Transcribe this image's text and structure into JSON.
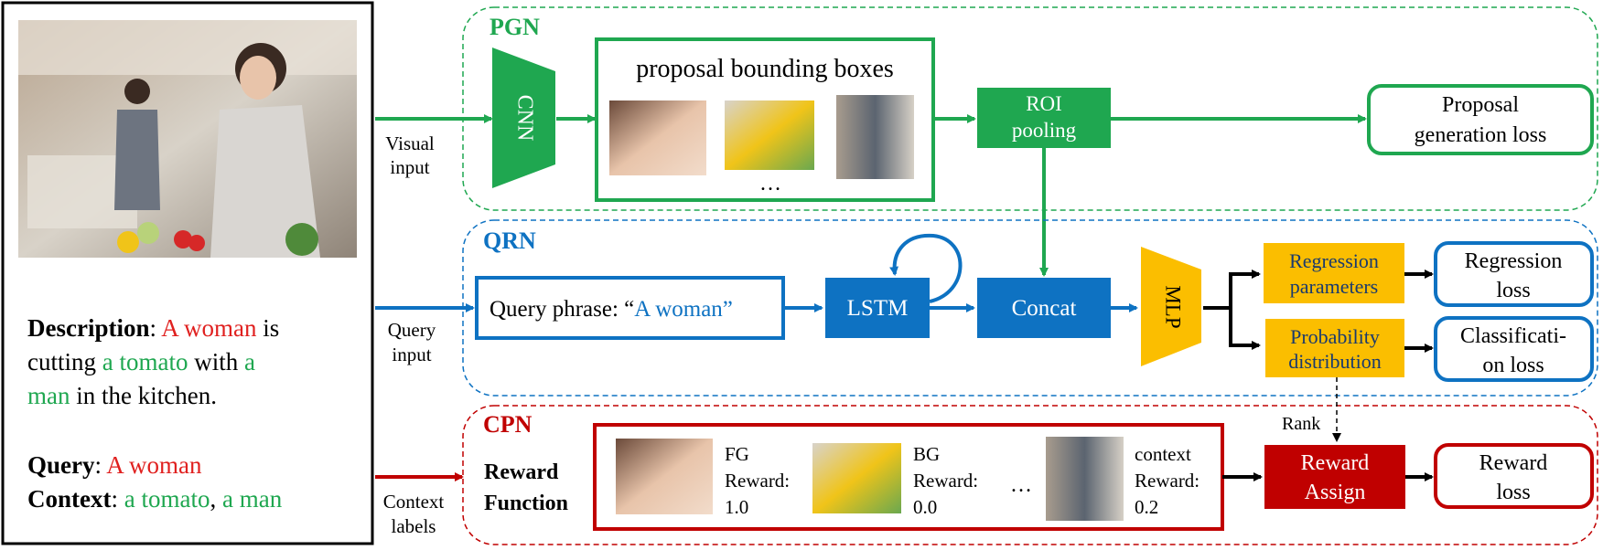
{
  "left_panel": {
    "description_label": "Description",
    "description_parts": [
      ": ",
      "A woman",
      " is",
      "cutting ",
      "a tomato",
      " with ",
      "a",
      "man",
      " in the kitchen."
    ],
    "query_label": "Query",
    "query_value": "A woman",
    "context_label": "Context",
    "context_values": [
      "a tomato",
      "a man"
    ],
    "context_sep": ", ",
    "colon": ": "
  },
  "inputs": {
    "visual": [
      "Visual",
      "input"
    ],
    "query": [
      "Query",
      "input"
    ],
    "context": [
      "Context",
      "labels"
    ]
  },
  "pgn": {
    "title": "PGN",
    "cnn": "CNN",
    "proposal_title": "proposal  bounding boxes",
    "ellipsis": "…",
    "roi": [
      "ROI",
      "pooling"
    ],
    "loss": [
      "Proposal",
      "generation  loss"
    ]
  },
  "qrn": {
    "title": "QRN",
    "query_prefix": "Query phrase: “",
    "query_text": "A woman",
    "query_suffix": "”",
    "lstm": "LSTM",
    "concat": "Concat",
    "mlp": "MLP",
    "regression_params": [
      "Regression",
      "parameters"
    ],
    "probability": [
      "Probability",
      "distribution"
    ],
    "regression_loss": [
      "Regression",
      "loss"
    ],
    "classification_loss": [
      "Classificati-",
      "on loss"
    ]
  },
  "cpn": {
    "title": "CPN",
    "reward_function": [
      "Reward",
      "Function"
    ],
    "rewards": [
      {
        "lines": [
          "FG",
          "Reward:",
          "1.0"
        ]
      },
      {
        "lines": [
          "BG",
          "Reward:",
          "0.0"
        ]
      },
      {
        "lines": [
          "context",
          "Reward:",
          "0.2"
        ]
      }
    ],
    "ellipsis": "…",
    "rank": "Rank",
    "reward_assign": [
      "Reward",
      "Assign"
    ],
    "reward_loss": [
      "Reward",
      "loss"
    ]
  },
  "colors": {
    "green": "#1fa750",
    "blue": "#0e72c2",
    "red": "#c00000",
    "yellow": "#fbbe00",
    "text_red": "#e0201f",
    "text_green": "#1fa750"
  }
}
